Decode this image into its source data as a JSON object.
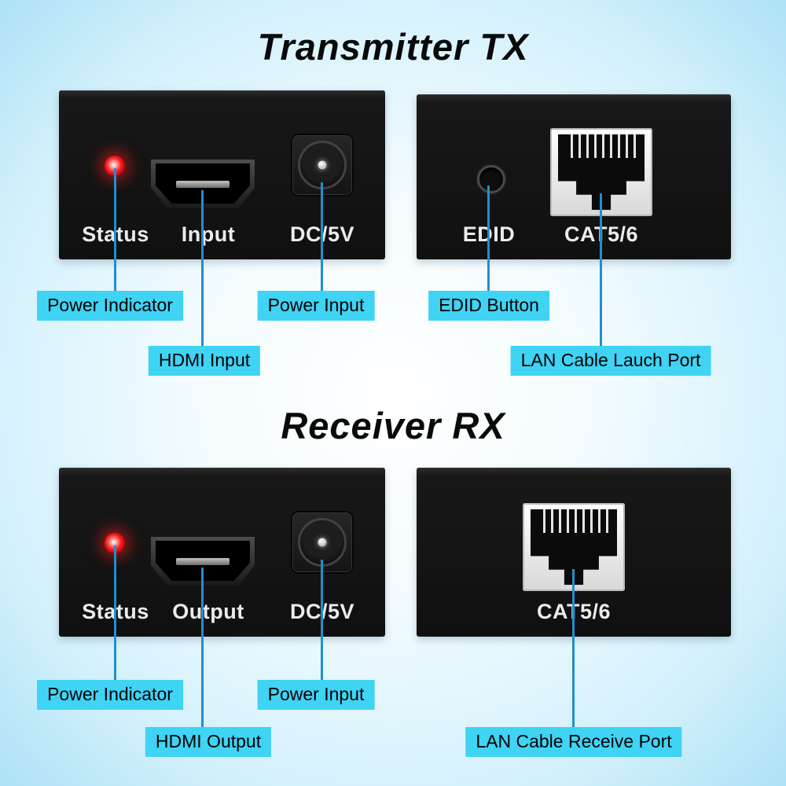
{
  "sections": {
    "transmitter": {
      "title": "Transmitter TX",
      "panel_left": {
        "status": "Status",
        "input": "Input",
        "dc": "DC/5V"
      },
      "panel_right": {
        "edid": "EDID",
        "cat": "CAT5/6"
      },
      "callouts": {
        "power_indicator": "Power Indicator",
        "power_input": "Power Input",
        "hdmi": "HDMI Input",
        "edid_button": "EDID Button",
        "lan": "LAN Cable Lauch Port"
      }
    },
    "receiver": {
      "title": "Receiver RX",
      "panel_left": {
        "status": "Status",
        "output": "Output",
        "dc": "DC/5V"
      },
      "panel_right": {
        "cat": "CAT5/6"
      },
      "callouts": {
        "power_indicator": "Power Indicator",
        "power_input": "Power Input",
        "hdmi": "HDMI Output",
        "lan": "LAN Cable Receive Port"
      }
    }
  },
  "colors": {
    "background_edge": "#ade2f6",
    "callout_bg": "#3fd3f4",
    "line": "#1f8fd0",
    "led": "#ff2020"
  }
}
